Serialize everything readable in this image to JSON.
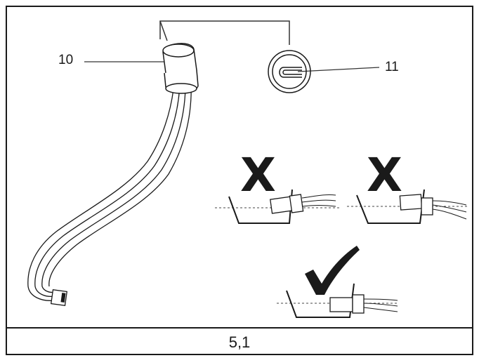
{
  "callouts": {
    "part_10": "10",
    "part_11": "11"
  },
  "caption": "5,1",
  "marks": {
    "wrong_symbol": "cross-mark-icon",
    "correct_symbol": "check-mark-icon"
  },
  "colors": {
    "line": "#1a1a1a",
    "fill": "#ffffff"
  }
}
